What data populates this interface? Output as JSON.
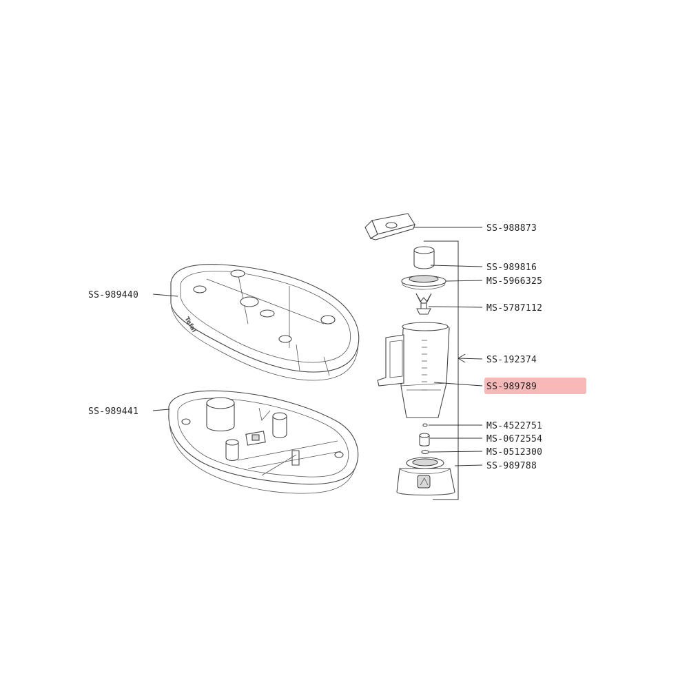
{
  "highlight_color": "#f4a0a0",
  "parts": {
    "base_top": "SS-989440",
    "base_bottom": "SS-989441",
    "lid_cap": "SS-988873",
    "measuring_cup": "SS-989816",
    "lid": "MS-5966325",
    "blade": "MS-5787112",
    "jug_assembly": "SS-192374",
    "jug": "SS-989789",
    "seal_small": "MS-4522751",
    "coupler": "MS-0672554",
    "ring_seal": "MS-0512300",
    "motor_base": "SS-989788"
  },
  "selected_part": "SS-989789"
}
